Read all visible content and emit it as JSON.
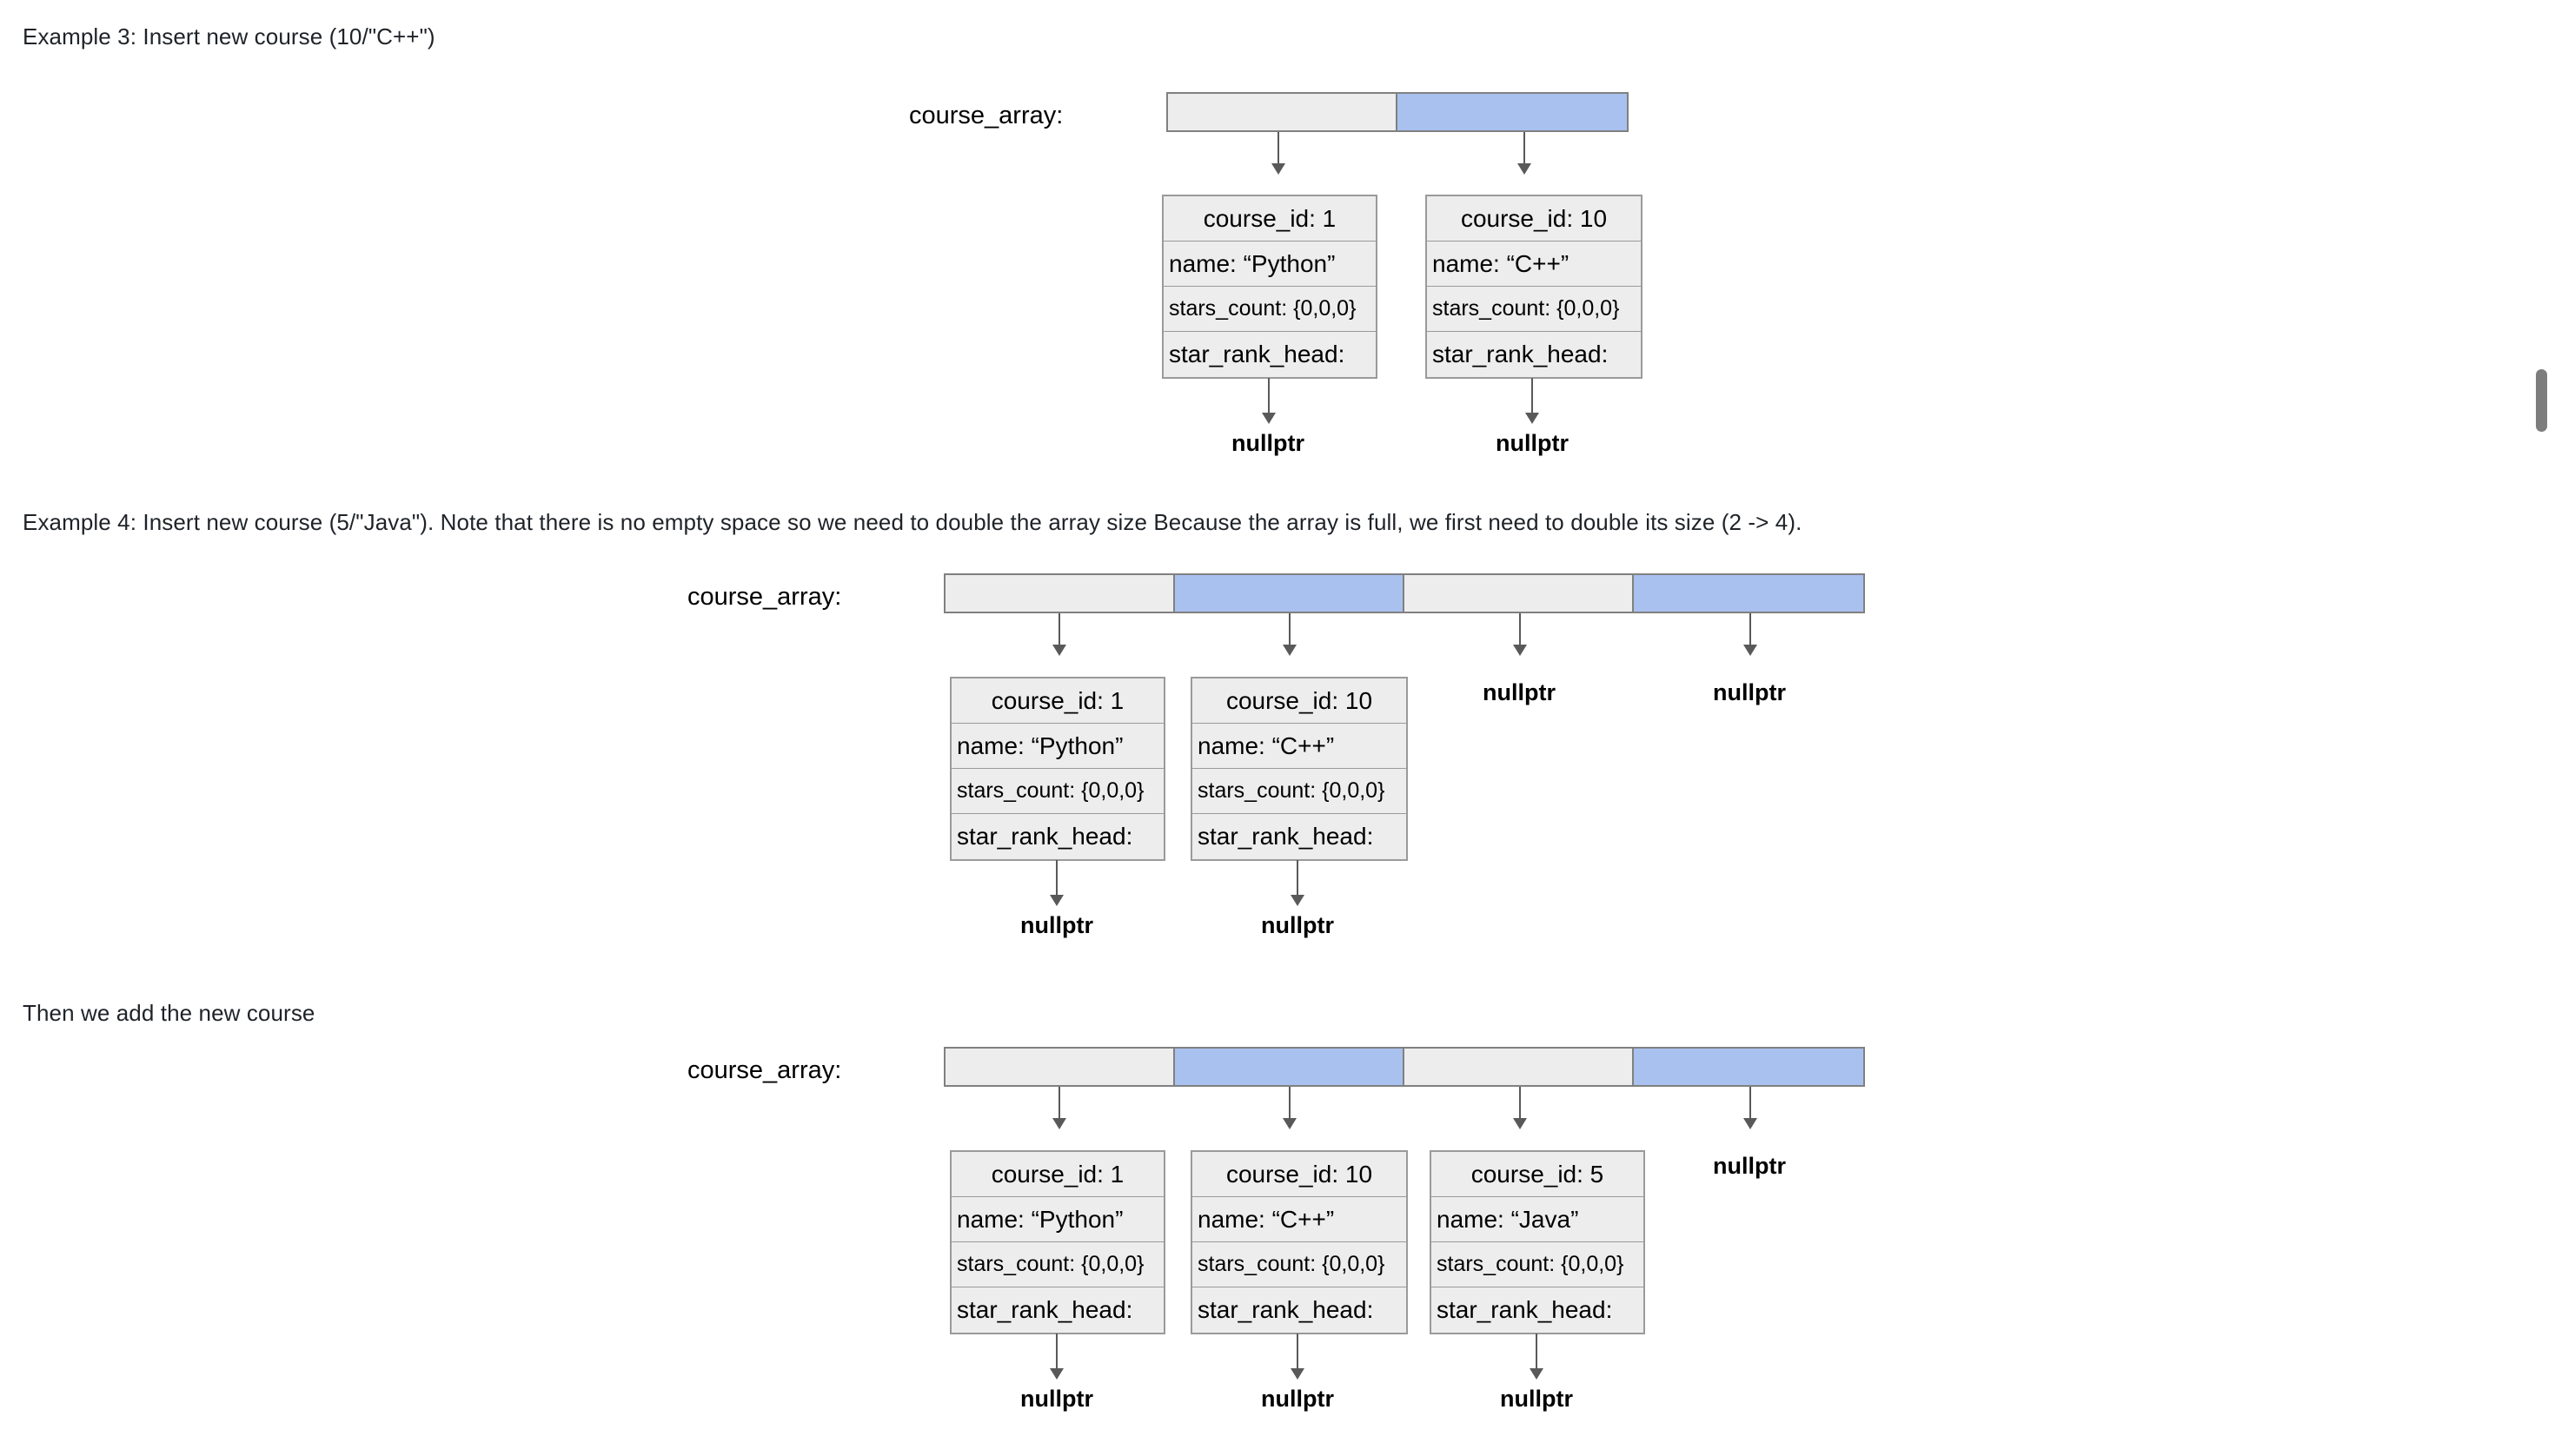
{
  "page": {
    "background": "#ffffff",
    "text_color": "#1f2328"
  },
  "colors": {
    "array_empty_cell": "#ededed",
    "array_filled_cell": "#a9c1ef",
    "box_fill": "#ededed",
    "box_border": "#9a9a9a",
    "arrow": "#595959",
    "scrollbar_thumb": "#7d7d7d"
  },
  "paragraphs": {
    "example3": "Example 3: Insert new course (10/\"C++\")",
    "example4": "Example 4: Insert new course (5/\"Java\"). Note that there is no empty space so we need to double the array size Because the array is full, we first need to double its size (2 -> 4).",
    "then_add": "Then we add the new course"
  },
  "labels": {
    "course_array": "course_array:",
    "nullptr": "nullptr"
  },
  "diagrams": [
    {
      "id": "diagram-example3",
      "array_label": "course_array:",
      "cells": [
        "empty",
        "filled"
      ],
      "structs": [
        {
          "course_id": "course_id: 1",
          "name": "name: “Python”",
          "stars_count": "stars_count: {0,0,0}",
          "star_rank_head": "star_rank_head:",
          "tail": "nullptr"
        },
        {
          "course_id": "course_id: 10",
          "name": "name: “C++”",
          "stars_count": "stars_count: {0,0,0}",
          "star_rank_head": "star_rank_head:",
          "tail": "nullptr"
        }
      ],
      "empty_slots": []
    },
    {
      "id": "diagram-example4-before",
      "array_label": "course_array:",
      "cells": [
        "empty",
        "filled",
        "empty",
        "filled"
      ],
      "structs": [
        {
          "course_id": "course_id: 1",
          "name": "name: “Python”",
          "stars_count": "stars_count: {0,0,0}",
          "star_rank_head": "star_rank_head:",
          "tail": "nullptr"
        },
        {
          "course_id": "course_id: 10",
          "name": "name: “C++”",
          "stars_count": "stars_count: {0,0,0}",
          "star_rank_head": "star_rank_head:",
          "tail": "nullptr"
        }
      ],
      "empty_slots": [
        "nullptr",
        "nullptr"
      ]
    },
    {
      "id": "diagram-example4-after",
      "array_label": "course_array:",
      "cells": [
        "empty",
        "filled",
        "empty",
        "filled"
      ],
      "structs": [
        {
          "course_id": "course_id: 1",
          "name": "name: “Python”",
          "stars_count": "stars_count: {0,0,0}",
          "star_rank_head": "star_rank_head:",
          "tail": "nullptr"
        },
        {
          "course_id": "course_id: 10",
          "name": "name: “C++”",
          "stars_count": "stars_count: {0,0,0}",
          "star_rank_head": "star_rank_head:",
          "tail": "nullptr"
        },
        {
          "course_id": "course_id: 5",
          "name": "name: “Java”",
          "stars_count": "stars_count: {0,0,0}",
          "star_rank_head": "star_rank_head:",
          "tail": "nullptr"
        }
      ],
      "empty_slots": [
        "nullptr"
      ]
    }
  ]
}
